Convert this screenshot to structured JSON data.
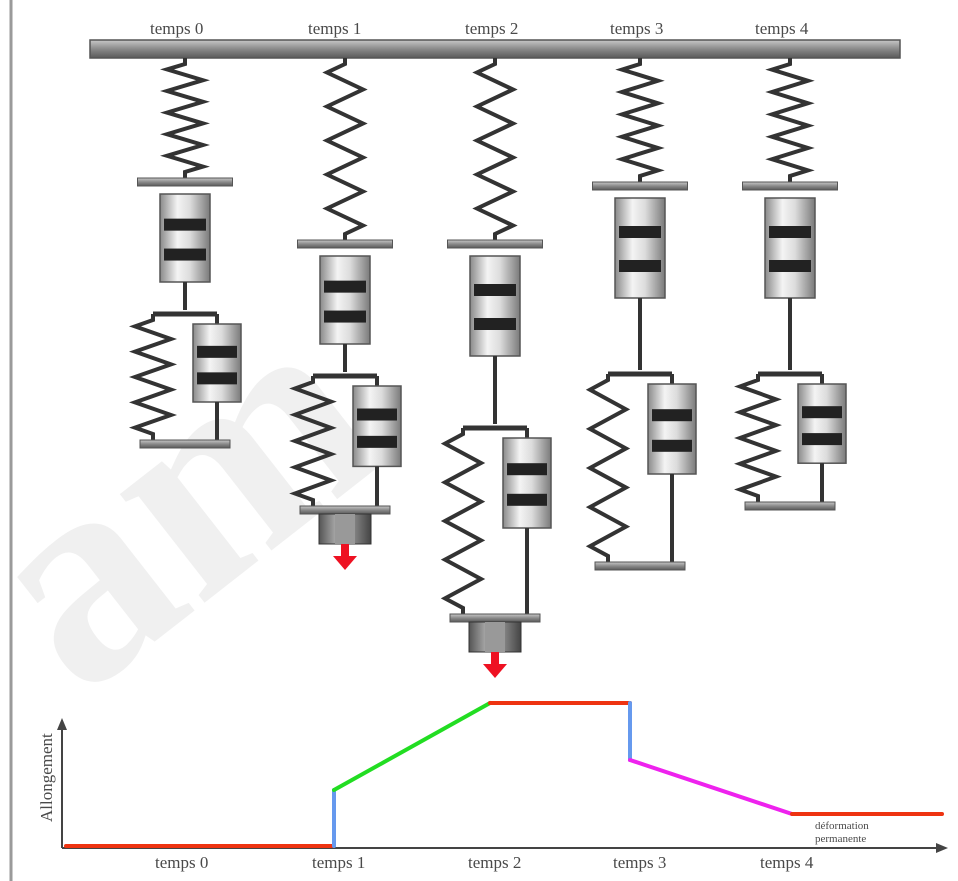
{
  "top_labels": [
    "temps 0",
    "temps 1",
    "temps 2",
    "temps 3",
    "temps 4"
  ],
  "bottom_labels": [
    "temps 0",
    "temps 1",
    "temps 2",
    "temps 3",
    "temps 4"
  ],
  "y_axis_label": "Allongement",
  "note_line1": "déformation",
  "note_line2": "permanente",
  "colors": {
    "red": "#ee3311",
    "blue": "#6699ee",
    "green": "#22dd22",
    "magenta": "#ee22ee",
    "frame": "#555555",
    "arrow": "#ee1122"
  },
  "elongation_curve": {
    "segments": [
      {
        "label": "temps 0 to temps 1",
        "color": "red"
      },
      {
        "label": "jump at temps 1",
        "color": "blue"
      },
      {
        "label": "temps 1 to temps 2",
        "color": "green"
      },
      {
        "label": "temps 2 to temps 3",
        "color": "red"
      },
      {
        "label": "drop at temps 3",
        "color": "blue"
      },
      {
        "label": "temps 3 to temps 4",
        "color": "magenta"
      },
      {
        "label": "after temps 4",
        "color": "red"
      }
    ]
  }
}
